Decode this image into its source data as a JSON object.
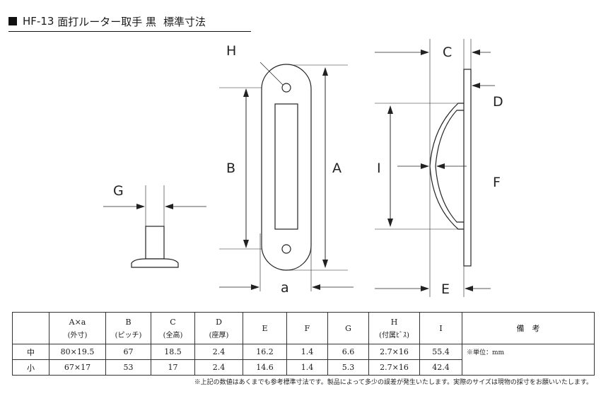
{
  "title": {
    "model": "HF-13",
    "name": "面打ルーター取手",
    "color": "黒",
    "subtitle": "標準寸法"
  },
  "diagram_labels": {
    "H": "H",
    "B": "B",
    "A": "A",
    "a": "a",
    "G": "G",
    "C": "C",
    "D": "D",
    "I": "I",
    "F": "F",
    "E": "E"
  },
  "table": {
    "headers": [
      {
        "main": "",
        "sub": ""
      },
      {
        "main": "A×a",
        "sub": "(外寸)"
      },
      {
        "main": "B",
        "sub": "(ピッチ)"
      },
      {
        "main": "C",
        "sub": "(全高)"
      },
      {
        "main": "D",
        "sub": "(座厚)"
      },
      {
        "main": "E",
        "sub": ""
      },
      {
        "main": "F",
        "sub": ""
      },
      {
        "main": "G",
        "sub": ""
      },
      {
        "main": "H",
        "sub": "(付属ﾋﾞｽ)"
      },
      {
        "main": "I",
        "sub": ""
      },
      {
        "main": "備　考",
        "sub": ""
      }
    ],
    "rows": [
      {
        "size": "中",
        "A": "80×19.5",
        "B": "67",
        "C": "18.5",
        "D": "2.4",
        "E": "16.2",
        "F": "1.4",
        "G": "6.6",
        "H": "2.7×16",
        "I": "55.4"
      },
      {
        "size": "小",
        "A": "67×17",
        "B": "53",
        "C": "17",
        "D": "2.4",
        "E": "14.6",
        "F": "1.4",
        "G": "5.3",
        "H": "2.7×16",
        "I": "42.4"
      }
    ],
    "remark": "※単位：mm"
  },
  "footnote": "※上記の数値はあくまでも参考標準寸法です。製品によって多少の誤差が発生いたします。実際のサイズは現物の採寸をお願いいたします。"
}
